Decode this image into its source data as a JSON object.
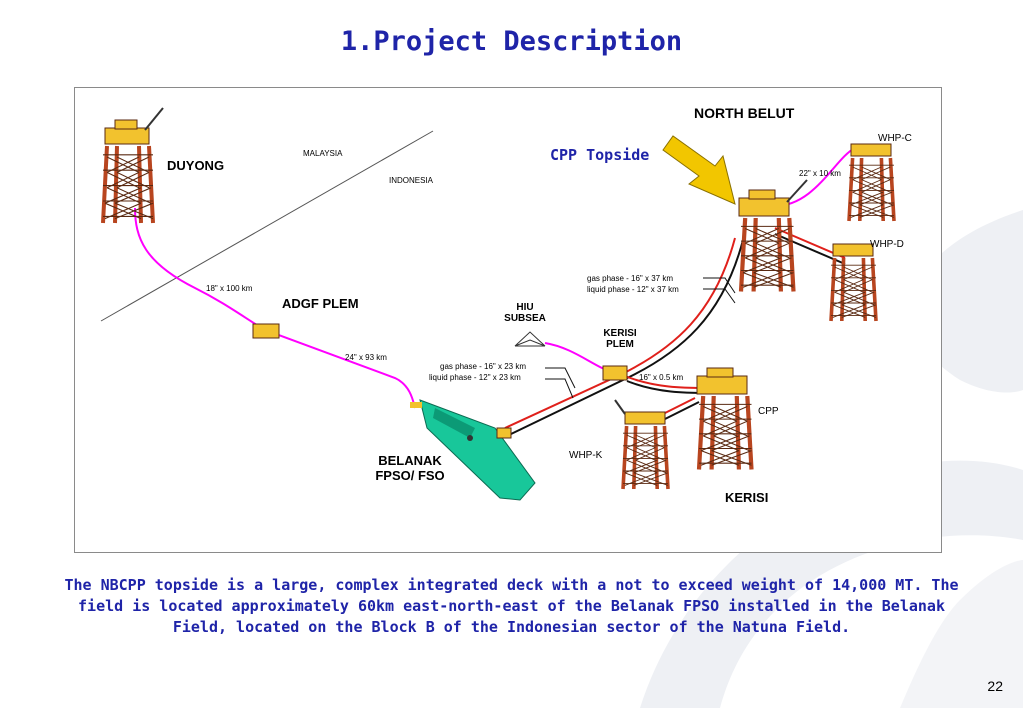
{
  "title": "1.Project Description",
  "diagram": {
    "labels": {
      "north_belut": "NORTH BELUT",
      "whp_c": "WHP-C",
      "whp_d": "WHP-D",
      "cpp_topside": "CPP Topside",
      "duyong": "DUYONG",
      "malaysia": "MALAYSIA",
      "indonesia": "INDONESIA",
      "pipe_18_100": "18\" x 100 km",
      "adgf_plem": "ADGF PLEM",
      "pipe_24_93": "24\" x 93 km",
      "hiu_subsea_1": "HIU",
      "hiu_subsea_2": "SUBSEA",
      "kerisi_plem_1": "KERISI",
      "kerisi_plem_2": "PLEM",
      "gas_37": "gas phase - 16\" x 37 km",
      "liquid_37": "liquid phase - 12\" x 37 km",
      "gas_23": "gas phase - 16\" x 23 km",
      "liquid_23": "liquid phase - 12\" x 23 km",
      "pipe_16_05": "16\" x 0.5 km",
      "pipe_22_10": "22\" x 10 km",
      "cpp": "CPP",
      "whp_k": "WHP-K",
      "belanak_1": "BELANAK",
      "belanak_2": "FPSO/ FSO",
      "kerisi": "KERISI"
    },
    "colors": {
      "pipeline_magenta": "#ff00ff",
      "gas_line": "#e0201b",
      "liquid_line": "#111111",
      "platform_jacket": "#b8451f",
      "platform_deck": "#f2c22e",
      "fpso_hull": "#18c79a",
      "arrow": "#f2c600"
    }
  },
  "description": "The NBCPP topside is a large, complex integrated deck with a not to exceed weight of 14,000 MT. The field is located approximately 60km east-north-east of the Belanak FPSO installed in the Belanak Field, located on the Block B of the Indonesian sector of the Natuna Field.",
  "page_number": "22"
}
